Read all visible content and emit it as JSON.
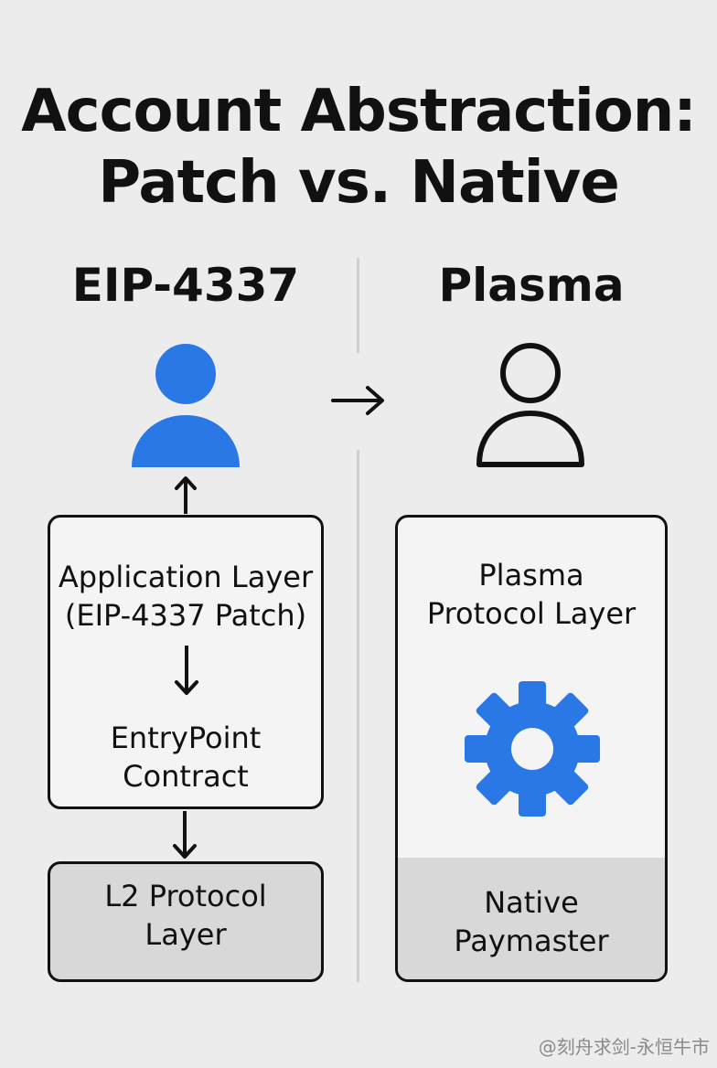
{
  "title": {
    "line1": "Account Abstraction:",
    "line2": "Patch vs. Native"
  },
  "left": {
    "heading": "EIP-4337",
    "icon": "user-filled-icon",
    "icon_color": "#2a78e6",
    "app_box": {
      "line1": "Application Layer",
      "line2": "(EIP-4337 Patch)",
      "sub_line1": "EntryPoint",
      "sub_line2": "Contract"
    },
    "l2_box": {
      "line1": "L2 Protocol",
      "line2": "Layer"
    }
  },
  "right": {
    "heading": "Plasma",
    "icon": "user-outline-icon",
    "box": {
      "line1": "Plasma",
      "line2": "Protocol Layer",
      "gear_icon": "gear-icon",
      "gear_color": "#2a78e6",
      "footer_line1": "Native",
      "footer_line2": "Paymaster"
    }
  },
  "middle_arrow": "right-arrow-icon",
  "watermark": "@刻舟求剑-永恒牛市",
  "colors": {
    "background": "#ececec",
    "accent_blue": "#2a78e6",
    "shaded_box": "#d8d8d8"
  }
}
